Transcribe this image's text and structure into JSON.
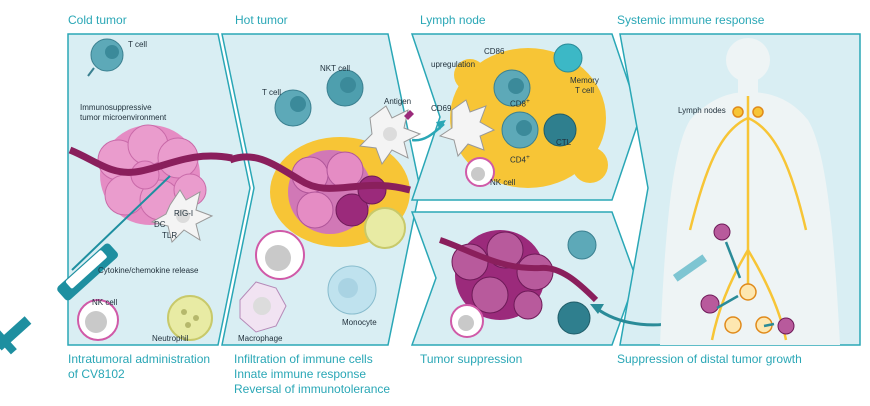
{
  "headers": {
    "cold": "Cold tumor",
    "hot": "Hot tumor",
    "lymph": "Lymph node",
    "systemic": "Systemic immune response"
  },
  "captions": {
    "cold_line1": "Intratumoral administration",
    "cold_line2": "of CV8102",
    "hot_line1": "Infiltration of immune cells",
    "hot_line2": "Innate immune response",
    "hot_line3": "Reversal of immunotolerance",
    "suppression": "Tumor suppression",
    "distal": "Suppression of distal tumor growth"
  },
  "labels": {
    "t_cell_cold": "T cell",
    "immunosuppressive_1": "Immunosuppressive",
    "immunosuppressive_2": "tumor microenvironment",
    "rig_i": "RIG-I",
    "dc": "DC",
    "tlr": "TLR",
    "cytokine": "Cytokine/chemokine release",
    "nk_cell_cold": "NK cell",
    "neutrophil": "Neutrophil",
    "nkt_cell": "NKT cell",
    "t_cell_hot": "T cell",
    "antigen": "Antigen",
    "macrophage": "Macrophage",
    "monocyte": "Monocyte",
    "cd86": "CD86",
    "upregulation": "upregulation",
    "cd69": "CD69",
    "memory_1": "Memory",
    "memory_2": "T cell",
    "cd8": "CD8",
    "cd8_sup": "+",
    "ctl": "CTL",
    "cd4": "CD4",
    "cd4_sup": "+",
    "nk_cell_lymph": "NK cell",
    "lymph_nodes": "Lymph nodes"
  },
  "colors": {
    "panel_bg": "#d9eef3",
    "panel_border": "#2aa7b6",
    "heading_text": "#2aa7b6",
    "tumor_pink": "#e58cc4",
    "tumor_dark": "#9b2a7b",
    "vessel": "#8a1f5c",
    "lymph_yellow": "#f7c536",
    "t_cell": "#5da9b8",
    "syringe": "#1e8fa0"
  }
}
